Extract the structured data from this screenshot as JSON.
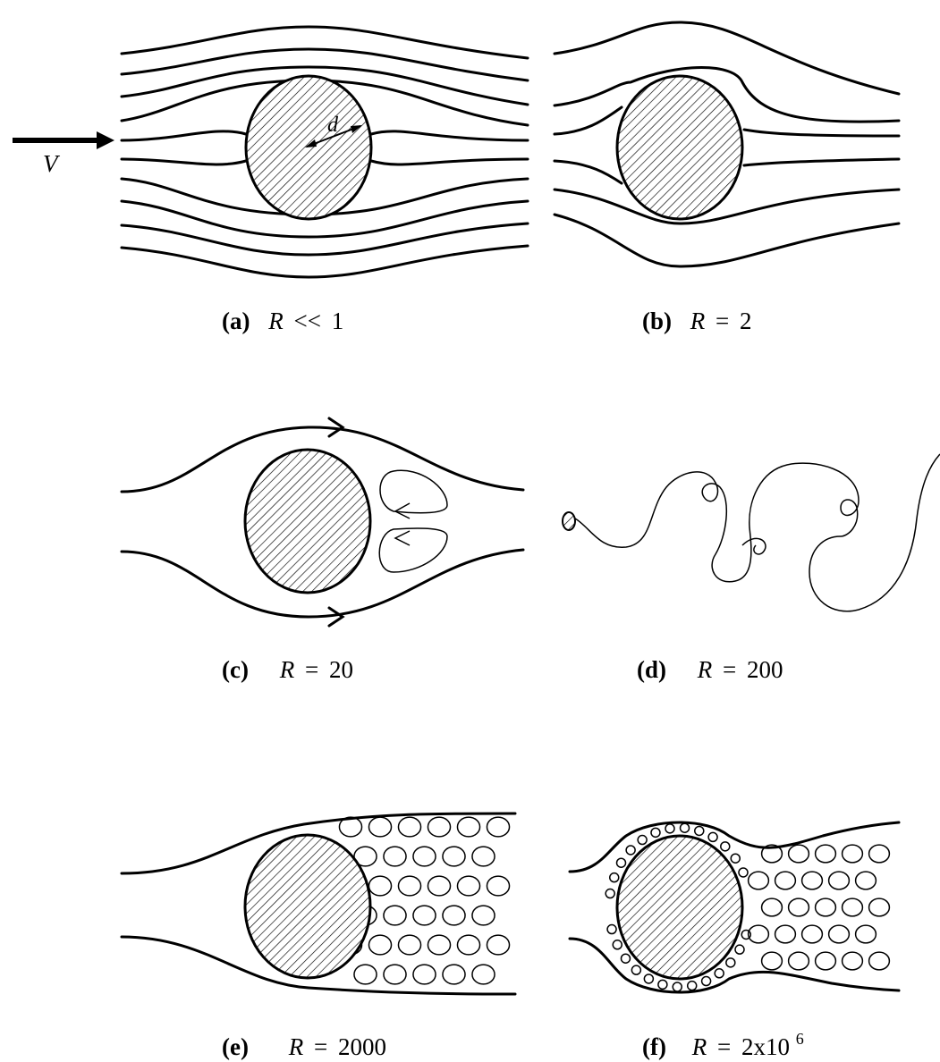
{
  "velocity_symbol": "V",
  "diameter_symbol": "d",
  "panels": [
    {
      "id": "a",
      "letter": "(a)",
      "r_symbol": "R",
      "r_rel": "<<",
      "r_value": "1"
    },
    {
      "id": "b",
      "letter": "(b)",
      "r_symbol": "R",
      "r_rel": "=",
      "r_value": "2"
    },
    {
      "id": "c",
      "letter": "(c)",
      "r_symbol": "R",
      "r_rel": "=",
      "r_value": "20"
    },
    {
      "id": "d",
      "letter": "(d)",
      "r_symbol": "R",
      "r_rel": "=",
      "r_value": "200"
    },
    {
      "id": "e",
      "letter": "(e)",
      "r_symbol": "R",
      "r_rel": "=",
      "r_value": "2000"
    },
    {
      "id": "f",
      "letter": "(f)",
      "r_symbol": "R",
      "r_rel": "=",
      "r_value": "2x10",
      "r_exponent": "6"
    }
  ]
}
